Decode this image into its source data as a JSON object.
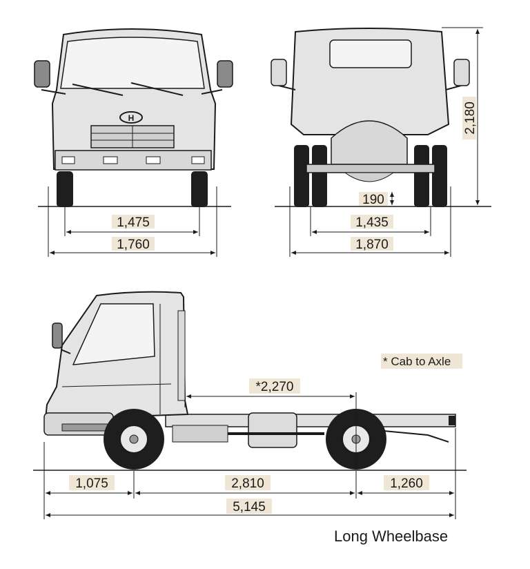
{
  "front_view": {
    "track_width": "1,475",
    "overall_width": "1,760"
  },
  "rear_view": {
    "track_width": "1,435",
    "overall_width": "1,870",
    "height": "2,180",
    "ground_clearance": "190"
  },
  "side_view": {
    "cab_to_axle": "*2,270",
    "front_overhang": "1,075",
    "wheelbase": "2,810",
    "rear_overhang": "1,260",
    "overall_length": "5,145",
    "note": "* Cab to Axle"
  },
  "caption": "Long Wheelbase",
  "colors": {
    "body": "#e4e4e4",
    "tire": "#1e1e1e",
    "label_bg": "#efe6d6",
    "line": "#1a1a1a"
  }
}
